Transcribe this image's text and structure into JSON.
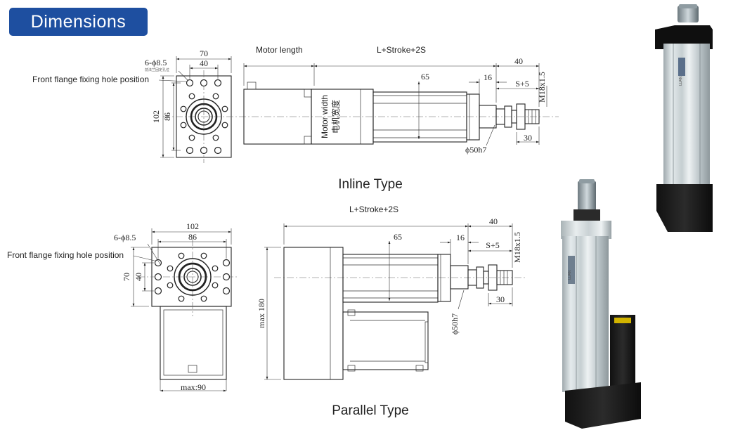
{
  "header": {
    "title": "Dimensions"
  },
  "inline": {
    "caption": "Inline Type",
    "front_holes_label": "Front flange fixing hole position",
    "holes_spec": "6-ϕ8.5",
    "holes_subnote": "前法兰固定孔位",
    "flange_width": "70",
    "hole_pitch_x": "40",
    "flange_height": "102",
    "hole_pitch_y": "86",
    "motor_length": "Motor length",
    "body_length": "L+Stroke+2S",
    "rod_ext": "40",
    "profile_height": "65",
    "rod_dim": "16",
    "safety": "S+5",
    "thread": "M18x1.5",
    "rod_diameter": "ϕ50h7",
    "thread_length": "30",
    "motor_width_en": "Motor width",
    "motor_width_cn": "电机宽度"
  },
  "parallel": {
    "caption": "Parallel Type",
    "front_holes_label": "Front flange fixing hole position",
    "holes_spec": "6-ϕ8.5",
    "flange_width": "102",
    "hole_pitch_x": "86",
    "flange_height": "70",
    "hole_pitch_y": "40",
    "motor_max_width": "max:90",
    "body_length": "L+Stroke+2S",
    "rod_ext": "40",
    "profile_height": "65",
    "rod_dim": "16",
    "safety": "S+5",
    "thread": "M18x1.5",
    "rod_diameter": "ϕ50h7",
    "thread_length": "30",
    "max_height": "max 180"
  },
  "photos": {
    "inline_logo_text": "LUAN",
    "parallel_logo_text": "LUAN"
  }
}
